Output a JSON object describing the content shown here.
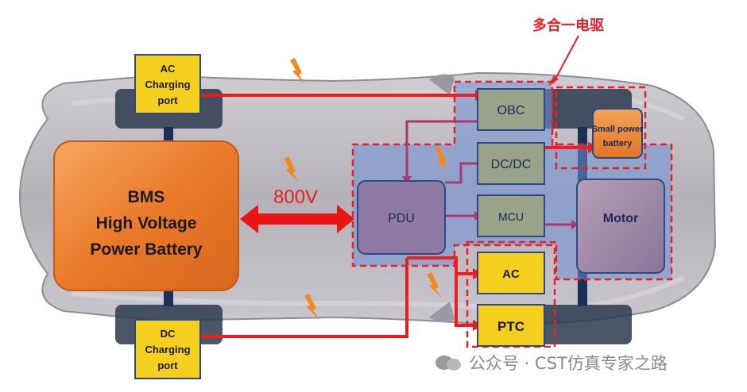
{
  "title_annotation": "多合一电驱",
  "voltage_label": "800V",
  "battery": {
    "line1": "BMS",
    "line2": "High Voltage",
    "line3": "Power Battery"
  },
  "ac_port": {
    "line1": "AC",
    "line2": "Charging",
    "line3": "port"
  },
  "dc_port": {
    "line1": "DC",
    "line2": "Charging",
    "line3": "port"
  },
  "pdu": "PDU",
  "obc": "OBC",
  "dcdc": "DC/DC",
  "mcu": "MCU",
  "motor": "Motor",
  "small_battery": {
    "line1": "Small power",
    "line2": "battery"
  },
  "ac_unit": "AC",
  "ptc": "PTC",
  "watermark": "公众号 · CST仿真专家之路",
  "colors": {
    "car_body": "#b9b7bd",
    "battery_orange": "#e9792a",
    "port_yellow": "#f5cf1e",
    "module_green": "#98a38a",
    "integration_blue": "#6f8fd6",
    "pdu_purple": "#8e7aa3",
    "wire_red": "#f01c1c",
    "wire_purple": "#b0356d",
    "dashed_red": "#e8202a",
    "axle": "#1e2f55"
  }
}
